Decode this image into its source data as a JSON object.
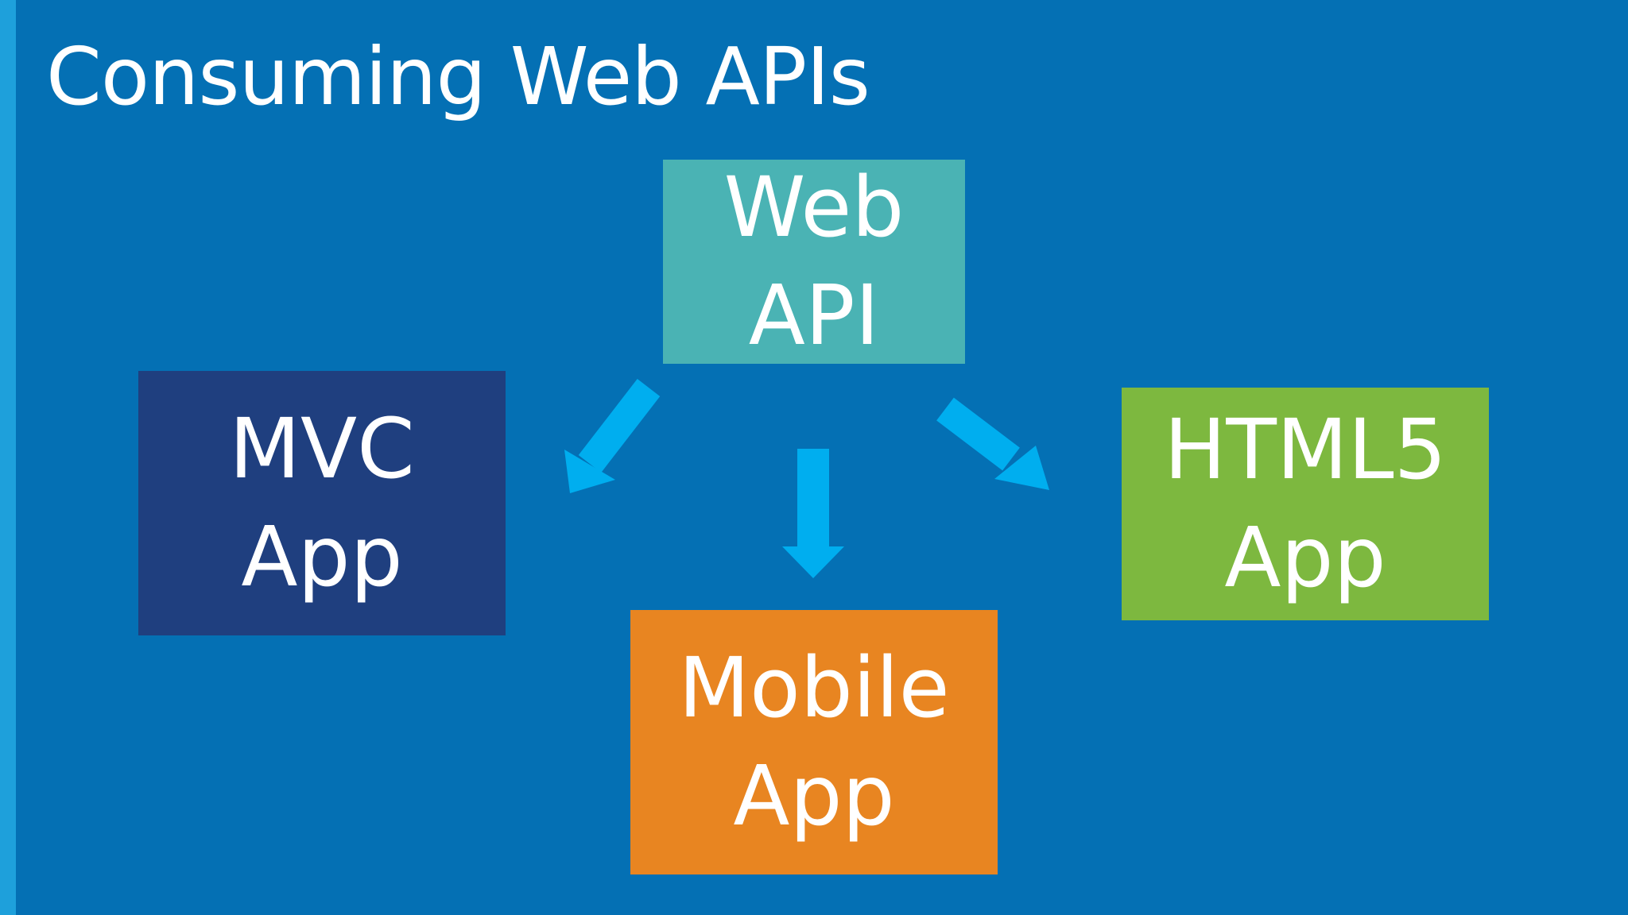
{
  "title": "Consuming Web APIs",
  "colors": {
    "background": "#0470B4",
    "accent_bar": "#1EA0DB",
    "arrow": "#00AEEF",
    "web_api": "#4AB3B4",
    "mvc": "#1F3F7F",
    "html5": "#7DB83F",
    "mobile": "#E88521"
  },
  "nodes": {
    "web_api": {
      "line1": "Web",
      "line2": "API"
    },
    "mvc": {
      "line1": "MVC",
      "line2": "App"
    },
    "html5": {
      "line1": "HTML5",
      "line2": "App"
    },
    "mobile": {
      "line1": "Mobile",
      "line2": "App"
    }
  },
  "edges": [
    {
      "from": "web_api",
      "to": "mvc"
    },
    {
      "from": "web_api",
      "to": "mobile"
    },
    {
      "from": "web_api",
      "to": "html5"
    }
  ]
}
